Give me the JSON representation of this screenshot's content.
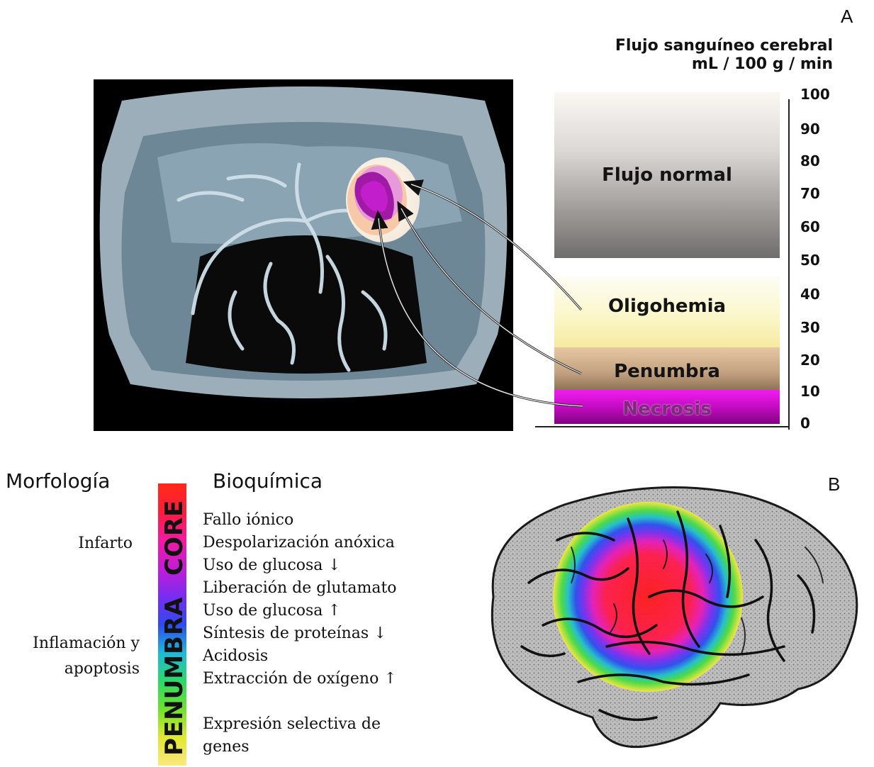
{
  "panel_a": {
    "letter": "A",
    "axis_title_line1": "Flujo sanguíneo cerebral",
    "axis_title_line2": "mL / 100 g / min",
    "ticks": [
      "100",
      "90",
      "80",
      "70",
      "60",
      "50",
      "40",
      "30",
      "20",
      "10",
      "0"
    ],
    "bands": {
      "normal": "Flujo normal",
      "oligohemia": "Oligohemia",
      "penumbra": "Penumbra",
      "necrosis": "Necrosis"
    }
  },
  "panel_b": {
    "letter": "B",
    "morphology_heading": "Morfología",
    "biochemistry_heading": "Bioquímica",
    "morphology_items": [
      "Infarto",
      "Inflamación y",
      "apoptosis"
    ],
    "bar_labels": {
      "core": "CORE",
      "penumbra": "PENUMBRA"
    },
    "biochemistry_items": [
      "Fallo iónico",
      "Despolarización anóxica",
      "Uso de glucosa ↓",
      "Liberación de glutamato",
      "Uso de glucosa ↑",
      "Síntesis de proteínas ↓",
      "Acidosis",
      "Extracción de oxígeno ↑",
      "Expresión selectiva de genes"
    ]
  }
}
